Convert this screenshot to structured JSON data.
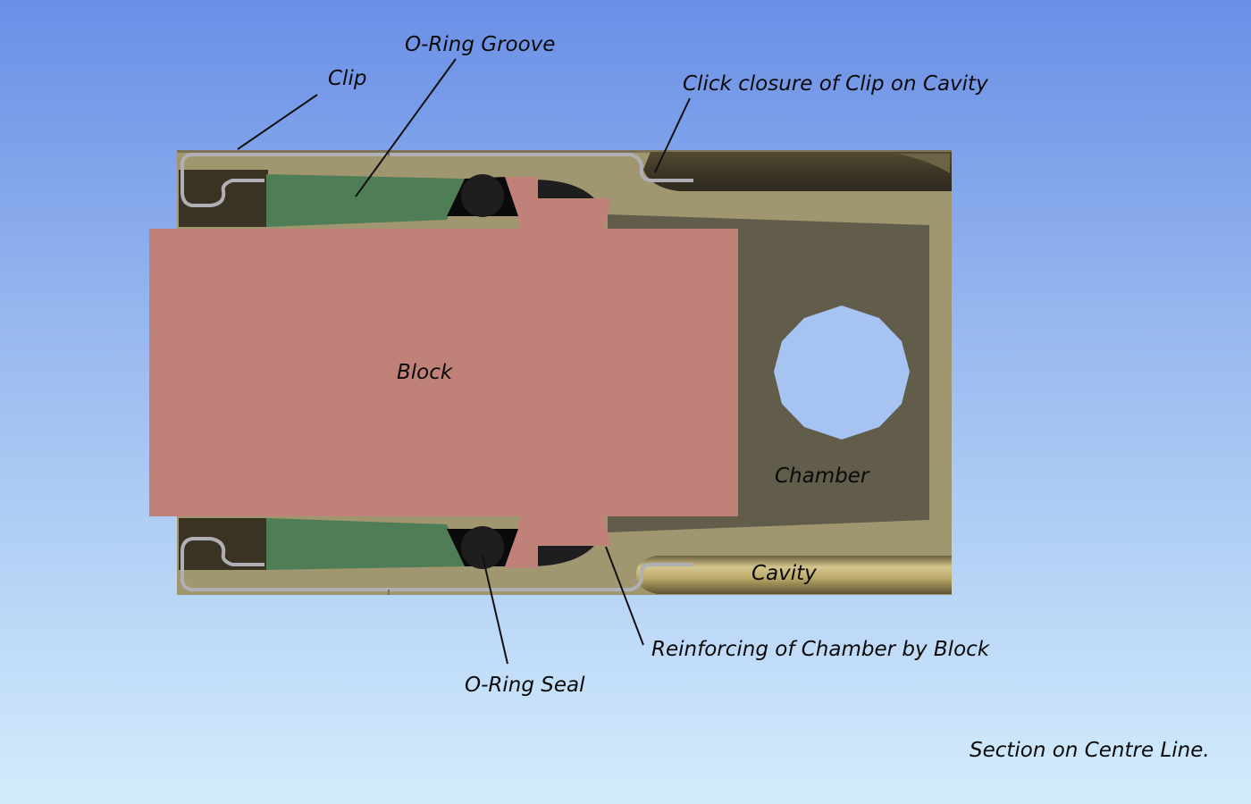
{
  "labels": {
    "clip": "Clip",
    "o_ring_groove": "O-Ring Groove",
    "click_closure": "Click closure of Clip on Cavity",
    "block": "Block",
    "chamber": "Chamber",
    "cavity": "Cavity",
    "reinforcing": "Reinforcing of Chamber by Block",
    "o_ring_seal": "O-Ring Seal",
    "caption": "Section on Centre Line."
  },
  "colors": {
    "block": "#c08278",
    "groove": "#4f7d55",
    "cavity_wall": "#a09670",
    "chamber": "#625c4b",
    "seal": "#1e1e1e",
    "clip": "#b0b0b4",
    "clip_pocket": "#3a3324",
    "background_top": "#6a8fe6",
    "background_bottom": "#d3ecfc"
  }
}
